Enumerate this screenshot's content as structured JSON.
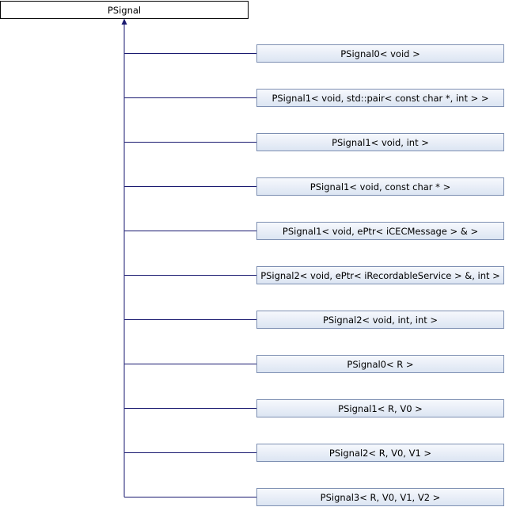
{
  "diagram": {
    "base_class": {
      "label": "PSignal"
    },
    "derived_classes": [
      {
        "label": "PSignal0< void >"
      },
      {
        "label": "PSignal1< void, std::pair< const char *, int > >"
      },
      {
        "label": "PSignal1< void, int >"
      },
      {
        "label": "PSignal1< void, const char * >"
      },
      {
        "label": "PSignal1< void, ePtr< iCECMessage > & >"
      },
      {
        "label": "PSignal2< void, ePtr< iRecordableService > &, int >"
      },
      {
        "label": "PSignal2< void, int, int >"
      },
      {
        "label": "PSignal0< R >"
      },
      {
        "label": "PSignal1< R, V0 >"
      },
      {
        "label": "PSignal2< R, V0, V1 >"
      },
      {
        "label": "PSignal3< R, V0, V1, V2 >"
      }
    ],
    "colors": {
      "base_fill": "#ffffff",
      "base_stroke": "#000000",
      "derived_fill_top": "#f7f9fd",
      "derived_fill_bottom": "#dbe4f2",
      "derived_stroke": "#7d8fb2",
      "edge": "#191970"
    }
  }
}
